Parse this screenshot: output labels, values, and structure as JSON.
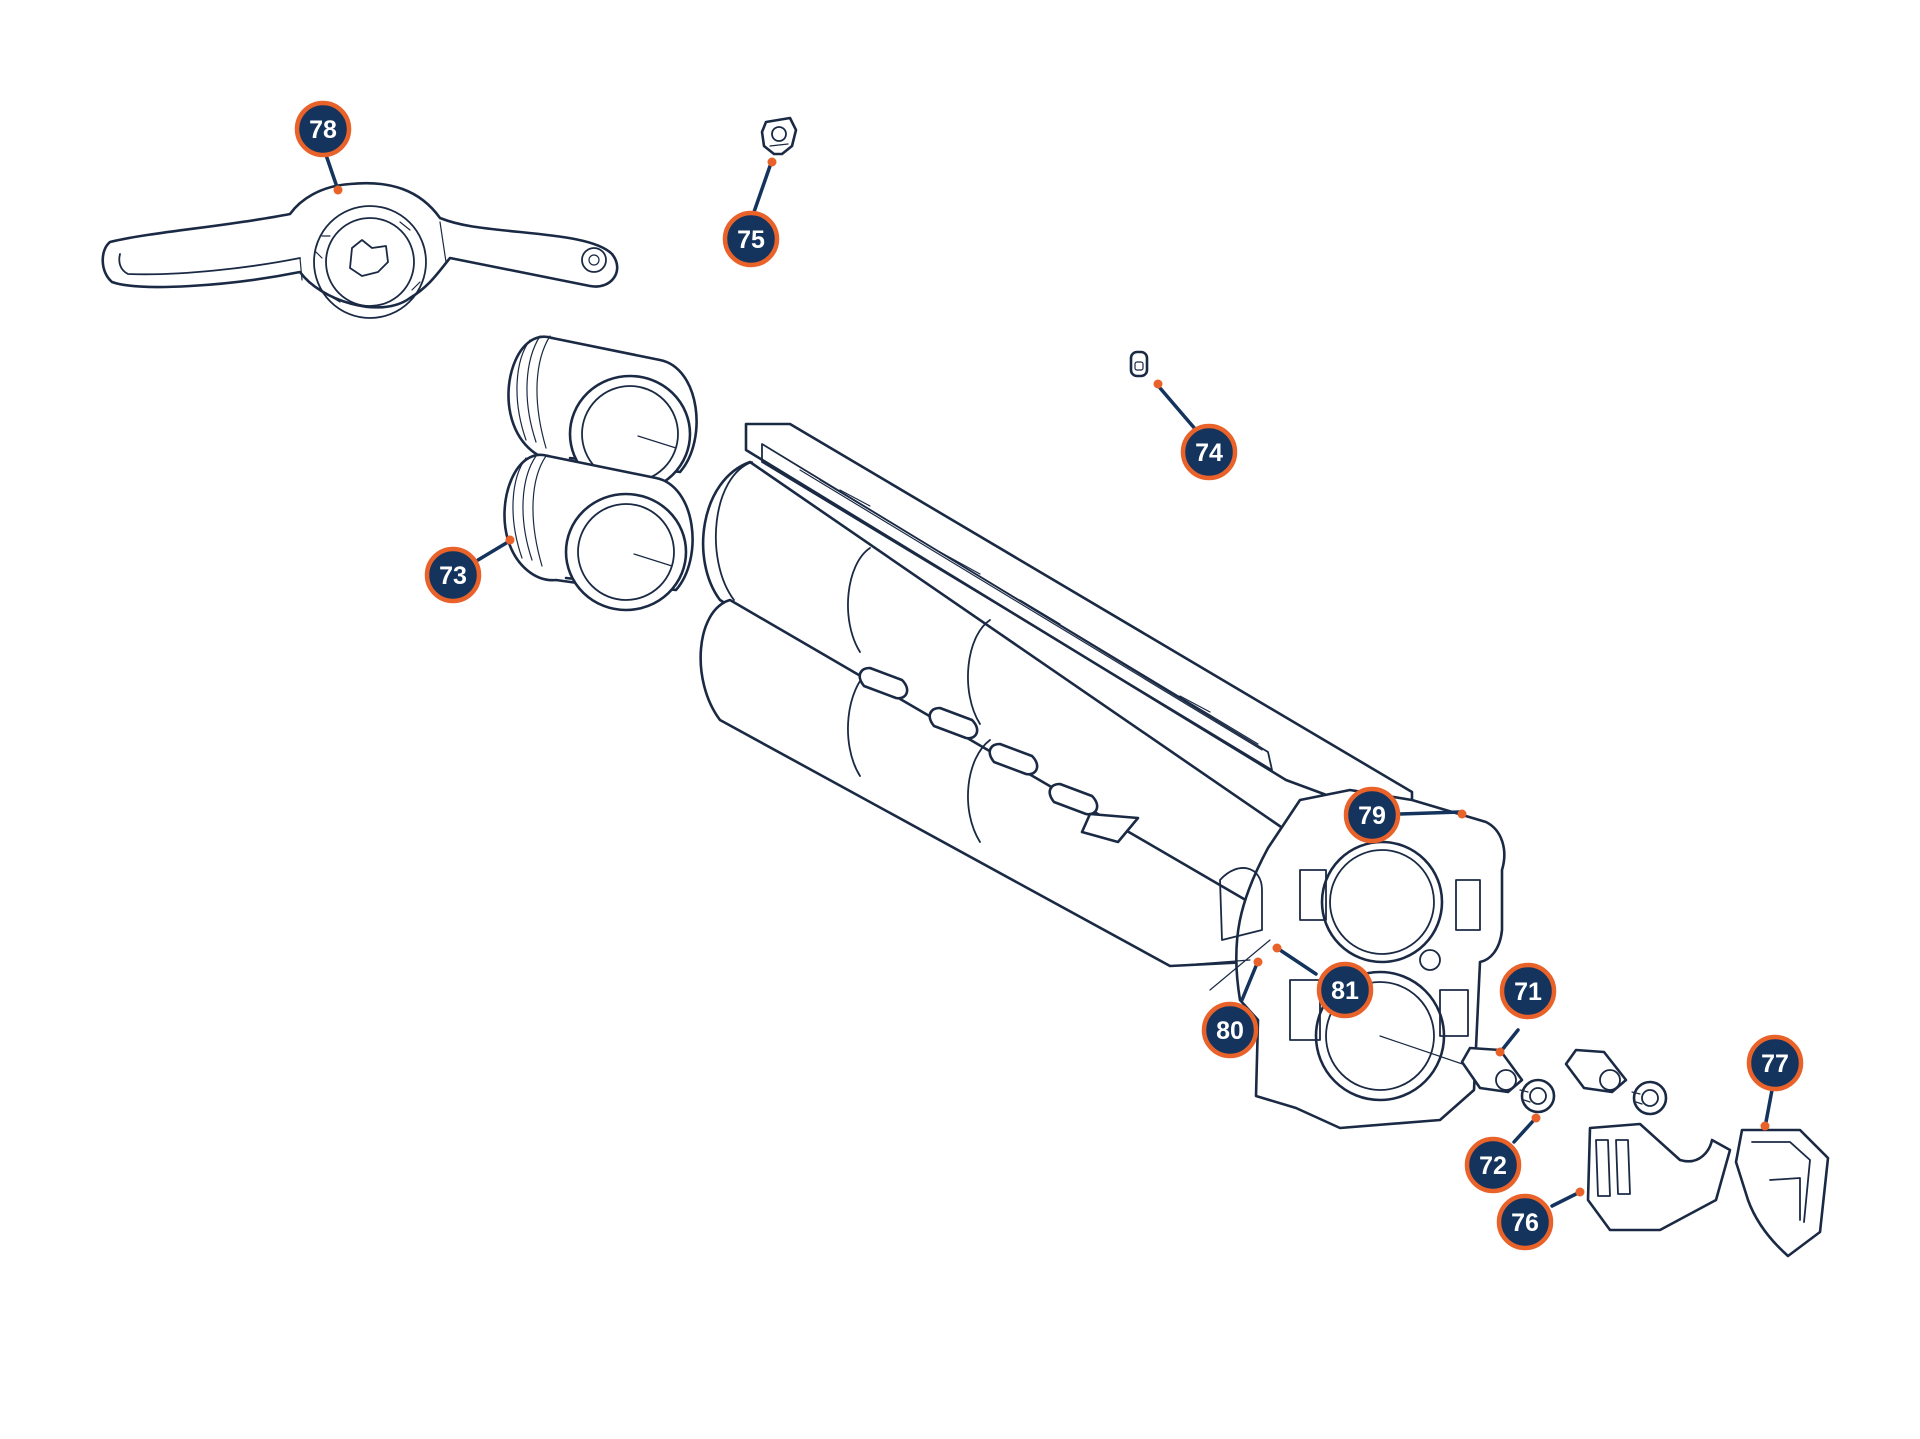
{
  "colors": {
    "callout_fill": "#14345e",
    "callout_ring": "#e8622a",
    "leader_line": "#14345e",
    "leader_dot": "#e8622a",
    "part_stroke": "#1b2a44"
  },
  "callouts": [
    {
      "id": "78",
      "label": "78"
    },
    {
      "id": "75",
      "label": "75"
    },
    {
      "id": "74",
      "label": "74"
    },
    {
      "id": "73",
      "label": "73"
    },
    {
      "id": "79",
      "label": "79"
    },
    {
      "id": "81",
      "label": "81"
    },
    {
      "id": "80",
      "label": "80"
    },
    {
      "id": "71",
      "label": "71"
    },
    {
      "id": "72",
      "label": "72"
    },
    {
      "id": "77",
      "label": "77"
    },
    {
      "id": "76",
      "label": "76"
    }
  ]
}
